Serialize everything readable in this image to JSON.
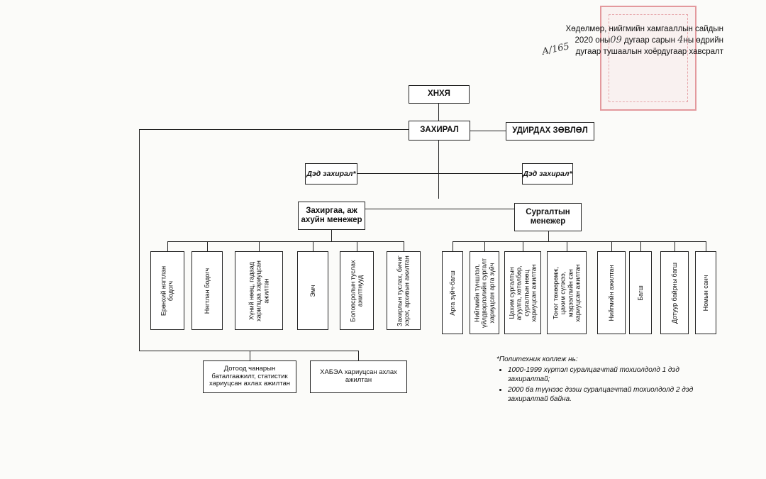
{
  "header": {
    "line1": "Хөдөлмөр, нийгмийн хамгааллын сайдын",
    "line2_a": "2020 оны",
    "line2_hand1": "09",
    "line2_b": "дугаар сарын",
    "line2_hand2": "4",
    "line2_c": "ны өдрийн",
    "line3_hand": "А/165",
    "line3": "дугаар тушаалын хоёрдугаар хавсралт"
  },
  "chart": {
    "top": "ХНХЯ",
    "director": "ЗАХИРАЛ",
    "board": "УДИРДАХ ЗӨВЛӨЛ",
    "deputy_left": "Дэд захирал*",
    "deputy_right": "Дэд захирал*",
    "admin_manager": "Захиргаа, аж ахуйн менежер",
    "training_manager": "Сургалтын менежер",
    "admin_staff": [
      "Ерөнхий нягтлан бодогч",
      "Нягтлан бодогч",
      "Хүний нөөц, гадаад харилцаа хариуцсан ажилтан",
      "Эмч",
      "Боловсролын туслах ажилтнууд",
      "Захирлын туслах, бичиг хэрэг, архивын ажилтан"
    ],
    "training_staff": [
      "Арга зүйч-багш",
      "Нийгмийн түншлэл, үйлдвэрлэлийн сургалт хариуцсан арга зүйч",
      "Цахим сургалтын агуулга, хөтөлбөр, сургалтын нөөц хариуцсан ажилтан",
      "Тоног төхөөрөмж, цахим сүлжээ, мэдээллийн сан хариуцсан ажилтан",
      "Нийгмийн ажилтан",
      "Багш",
      "Дотуур байрны багш",
      "Номын санч"
    ],
    "bottom_left": "Дотоод чанарын баталгаажилт, статистик хариуцсан ахлах ажилтан",
    "bottom_right": "ХАБЭА хариуцсан ахлах ажилтан"
  },
  "note": {
    "title": "*Политехник коллеж нь:",
    "items": [
      "1000-1999 хүртэл суралцагчтай тохиолдолд 1 дэд захиралтай;",
      "2000 ба түүнээс дээш суралцагчтай тохиолдолд 2 дэд захиралтай байна."
    ]
  }
}
